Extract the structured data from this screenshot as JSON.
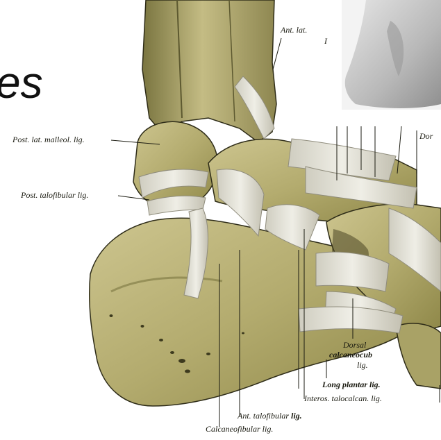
{
  "heading": "es",
  "labels": {
    "ant_lat": "Ant. lat.",
    "ant_lat_line2": "I",
    "post_lat_malleol": "Post. lat. malleol. lig.",
    "post_talofibular": "Post. talofibular lig.",
    "dorsal_right": "Dor",
    "dorsal_calcaneocub_1": "Dorsal",
    "dorsal_calcaneocub_2": "calcaneocub",
    "dorsal_calcaneocub_3": "lig.",
    "long_plantar": "Long plantar lig.",
    "interos_talocalcan": "Interos. talocalcan. lig.",
    "ant_talofibular_prefix": "Ant. talofibular ",
    "ant_talofibular_suffix": "lig.",
    "calcaneofibular": "Calcaneofibular lig."
  },
  "colors": {
    "bone_light": "#c9c08a",
    "bone_mid": "#a39c5e",
    "bone_dark": "#6f6a37",
    "ligament": "#e4e2d8",
    "ligament_shadow": "#b9b6a8",
    "outline": "#2e2c18",
    "inset_bg": "#f3f3f3",
    "inset_shape": "#cfcfcf"
  }
}
